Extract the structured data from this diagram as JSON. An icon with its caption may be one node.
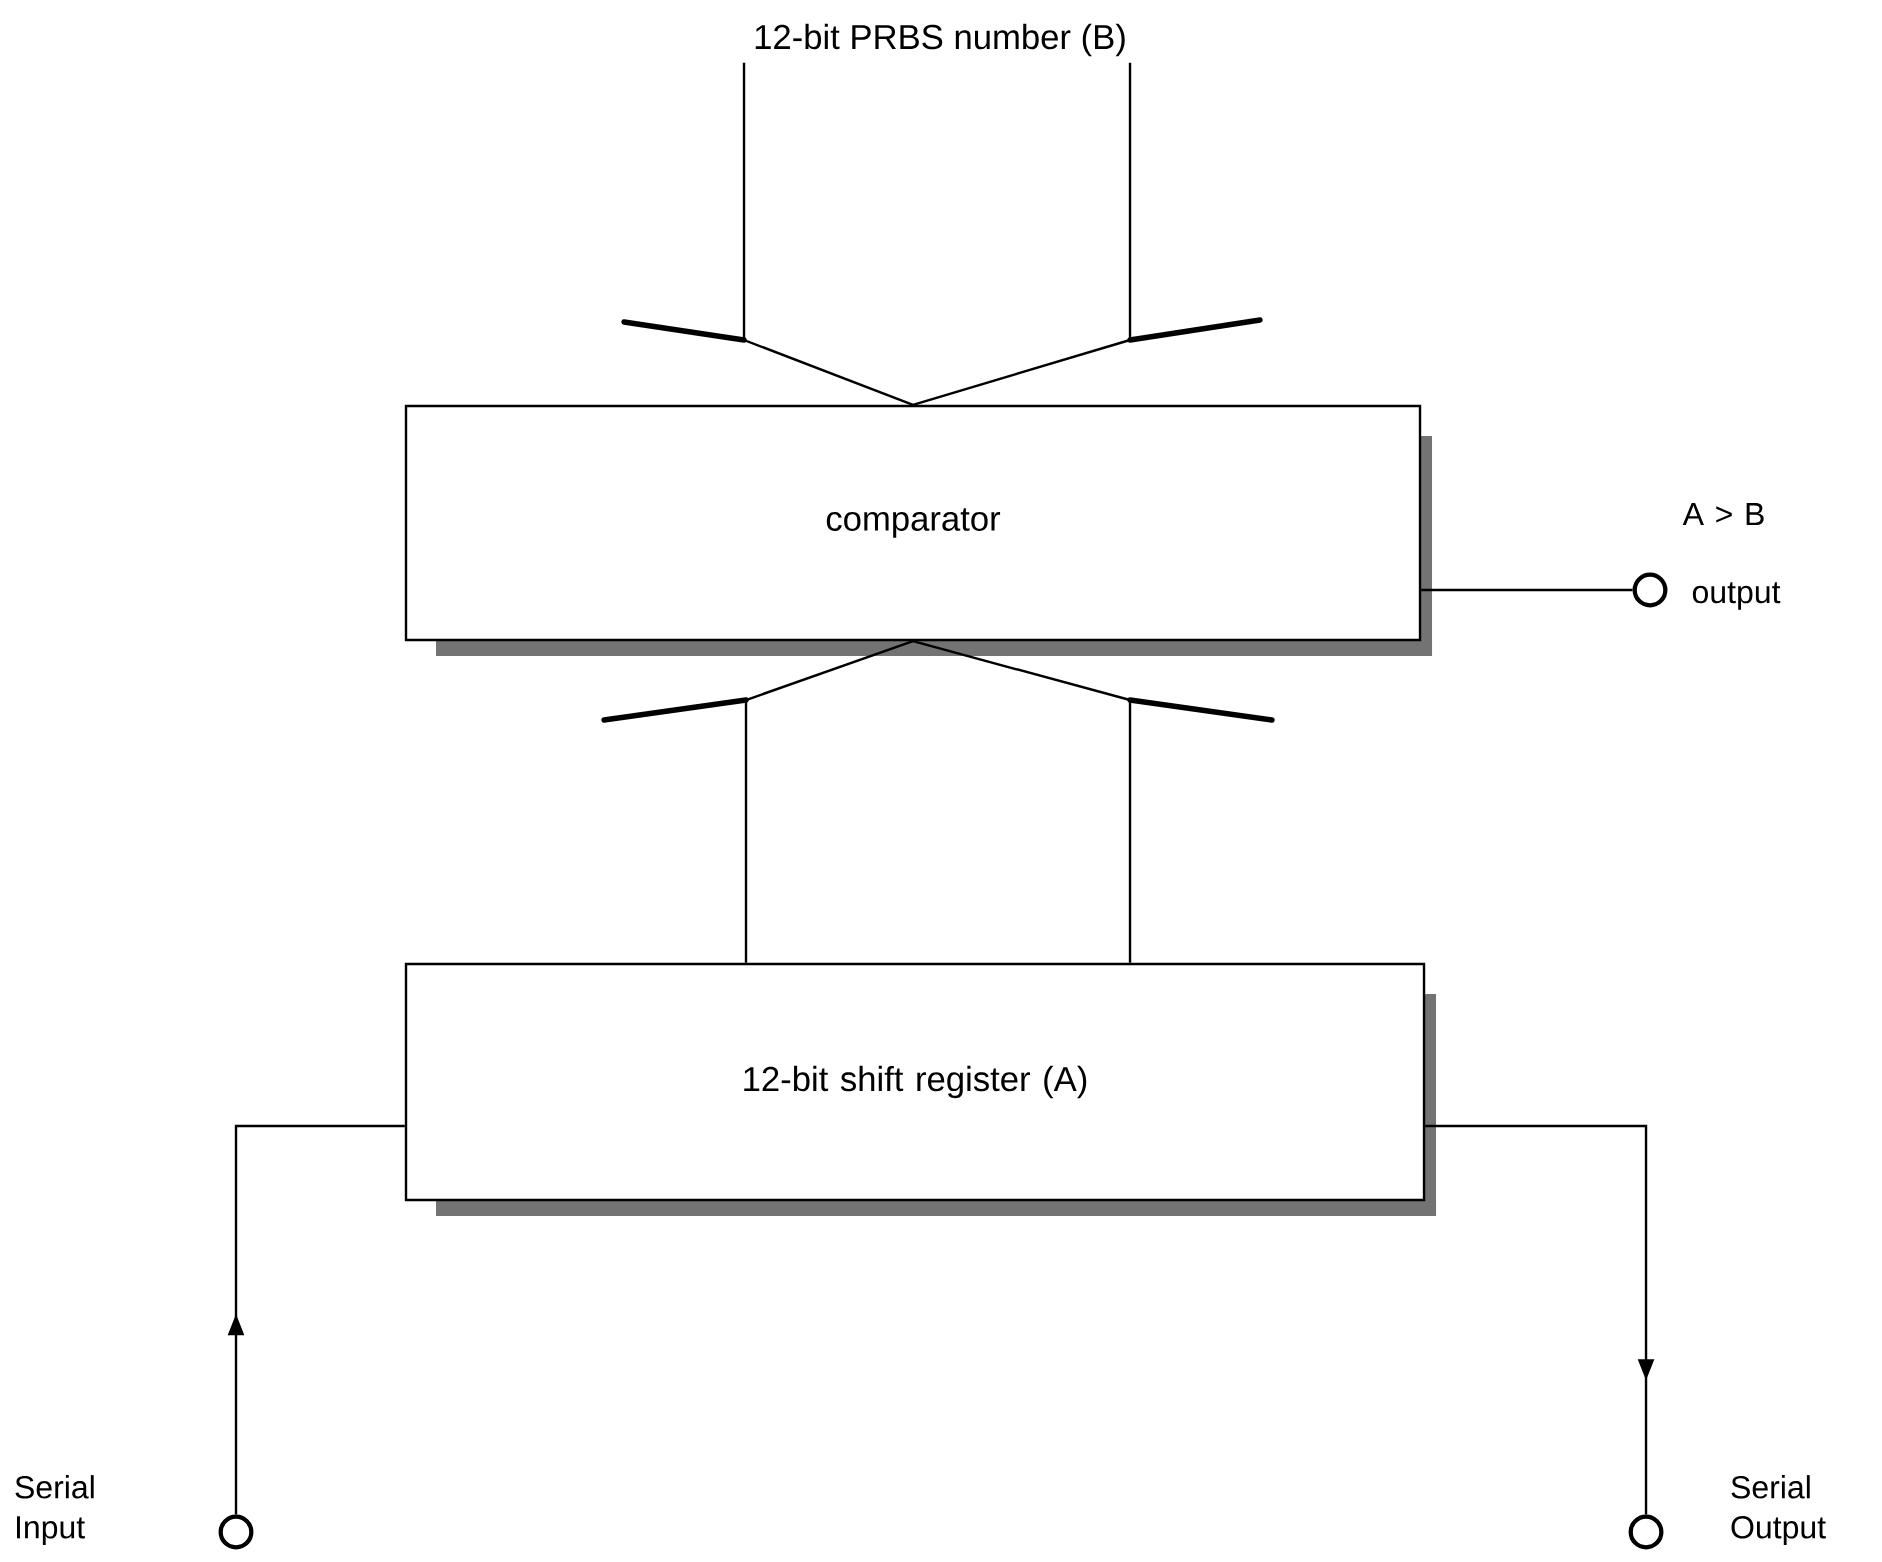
{
  "diagram": {
    "nodes": [
      {
        "text": [
          "12-bit PRBS number (B)"
        ]
      },
      {
        "text": [
          "comparator"
        ]
      },
      {
        "text": [
          "12-bit shift register (A)"
        ]
      },
      {
        "text": [],
        "shape": "circle",
        "beside": [
          "A > B",
          "output"
        ]
      },
      {
        "text": [],
        "shape": "circle",
        "beside": [
          "Serial Input"
        ]
      },
      {
        "text": [],
        "shape": "circle",
        "beside": [
          "Serial Output"
        ]
      }
    ],
    "edges": [
      {
        "from": 0,
        "to": 1,
        "arrow": "none"
      },
      {
        "from": 0,
        "to": 1,
        "arrow": "none"
      },
      {
        "from": 2,
        "to": 1,
        "arrow": "none"
      },
      {
        "from": 2,
        "to": 1,
        "arrow": "none"
      },
      {
        "from": 1,
        "to": 3,
        "arrow": "none"
      },
      {
        "from": 4,
        "to": 2,
        "arrow": "to"
      },
      {
        "from": 2,
        "to": 5,
        "arrow": "to"
      }
    ]
  }
}
